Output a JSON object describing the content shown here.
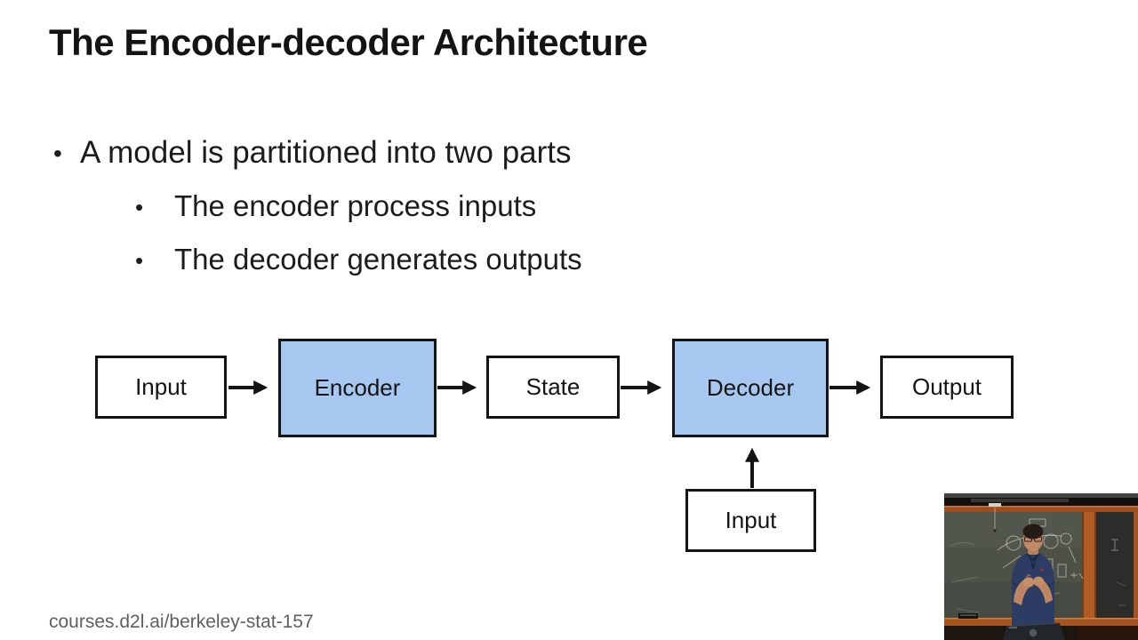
{
  "slide": {
    "title": "The Encoder-decoder Architecture",
    "bullet_glyph": "•",
    "bullet_1": "A model is partitioned into two parts",
    "sub_bullet_1": "The encoder process inputs",
    "sub_bullet_2": "The decoder generates outputs",
    "footer_link": "courses.d2l.ai/berkeley-stat-157"
  },
  "diagram": {
    "nodes": {
      "input_left": {
        "label": "Input",
        "fill": "#ffffff",
        "highlighted": false
      },
      "encoder": {
        "label": "Encoder",
        "fill": "#a6c8f0",
        "highlighted": true
      },
      "state": {
        "label": "State",
        "fill": "#ffffff",
        "highlighted": false
      },
      "decoder": {
        "label": "Decoder",
        "fill": "#a6c8f0",
        "highlighted": true
      },
      "output": {
        "label": "Output",
        "fill": "#ffffff",
        "highlighted": false
      },
      "input_bottom": {
        "label": "Input",
        "fill": "#ffffff",
        "highlighted": false
      }
    },
    "edges": [
      {
        "from": "input_left",
        "to": "encoder",
        "direction": "right"
      },
      {
        "from": "encoder",
        "to": "state",
        "direction": "right"
      },
      {
        "from": "state",
        "to": "decoder",
        "direction": "right"
      },
      {
        "from": "decoder",
        "to": "output",
        "direction": "right"
      },
      {
        "from": "input_bottom",
        "to": "decoder",
        "direction": "up"
      }
    ],
    "colors": {
      "highlight_fill": "#a6c8f0",
      "box_border": "#141414",
      "arrow": "#141414"
    }
  },
  "video_overlay": {
    "name": "lecturer-picture-in-picture",
    "colors": {
      "blackboard_left": "#4d5249",
      "blackboard_right": "#2b2d2a",
      "wood_frame": "#a3541f",
      "lecturer_shirt": "#2d3c63",
      "skin": "#c28a64",
      "chalk": "#e8e4da"
    }
  }
}
